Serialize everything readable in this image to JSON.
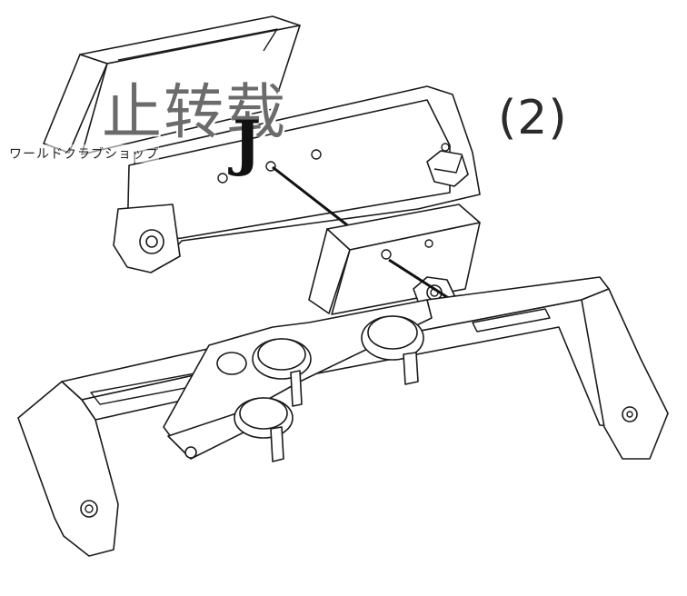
{
  "diagram": {
    "step_label": "(2)",
    "watermark": {
      "title": "止转载",
      "subtitle": "ワールドクラブショップ",
      "letter": "J"
    }
  }
}
